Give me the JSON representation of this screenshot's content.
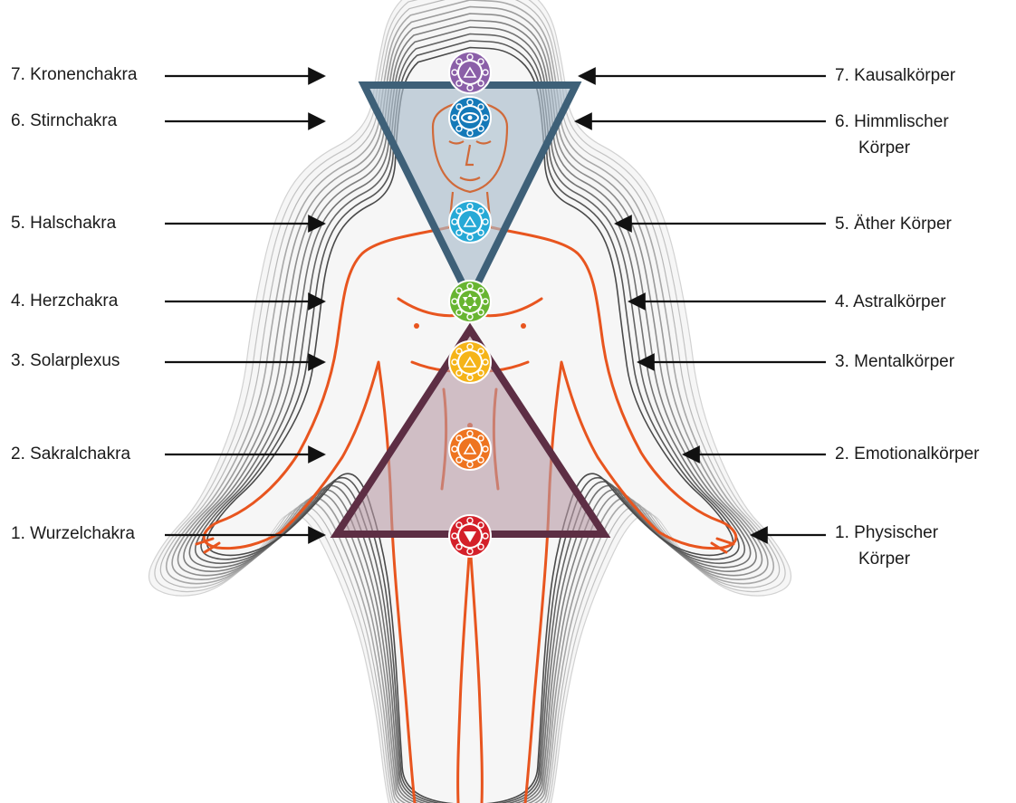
{
  "chakras": [
    {
      "label": "7. Kronenchakra",
      "color": "#8b5fa8",
      "icon": "crown-chakra-icon"
    },
    {
      "label": "6. Stirnchakra",
      "color": "#1479b8",
      "icon": "third-eye-chakra-icon"
    },
    {
      "label": "5. Halschakra",
      "color": "#26a9d6",
      "icon": "throat-chakra-icon"
    },
    {
      "label": "4. Herzchakra",
      "color": "#68b531",
      "icon": "heart-chakra-icon"
    },
    {
      "label": "3. Solarplexus",
      "color": "#f5b418",
      "icon": "solar-plexus-chakra-icon"
    },
    {
      "label": "2. Sakralchakra",
      "color": "#ee7420",
      "icon": "sacral-chakra-icon"
    },
    {
      "label": "1. Wurzelchakra",
      "color": "#d4202a",
      "icon": "root-chakra-icon"
    }
  ],
  "bodies": [
    {
      "number": "7.",
      "line1": "Kausalkörper",
      "line2": ""
    },
    {
      "number": "6.",
      "line1": "Himmlischer",
      "line2": "Körper"
    },
    {
      "number": "5.",
      "line1": "Äther Körper",
      "line2": ""
    },
    {
      "number": "4.",
      "line1": "Astralkörper",
      "line2": ""
    },
    {
      "number": "3.",
      "line1": "Mentalkörper",
      "line2": ""
    },
    {
      "number": "2.",
      "line1": "Emotionalkörper",
      "line2": ""
    },
    {
      "number": "1.",
      "line1": "Physischer",
      "line2": "Körper"
    }
  ],
  "colors": {
    "body_outline": "#e8551f",
    "aura_lines": "#4a4a4a",
    "upper_triangle": "#3e6078",
    "lower_triangle": "#5d2e44",
    "arrows": "#111111"
  }
}
